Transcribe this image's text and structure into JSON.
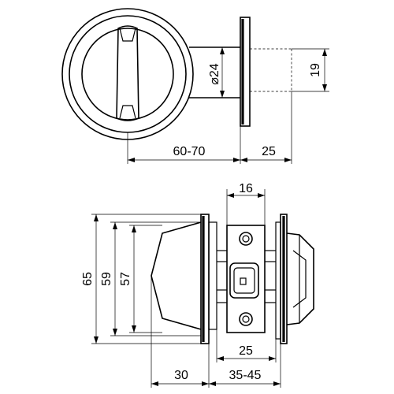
{
  "dimensions": {
    "top_width": "60-70",
    "top_spindle": "25",
    "top_diameter": "⌀24",
    "top_bolt": "19",
    "bottom_16": "16",
    "bottom_65": "65",
    "bottom_59": "59",
    "bottom_57": "57",
    "bottom_25": "25",
    "bottom_30": "30",
    "bottom_35_45": "35-45"
  },
  "colors": {
    "line": "#000000",
    "background": "#ffffff"
  }
}
